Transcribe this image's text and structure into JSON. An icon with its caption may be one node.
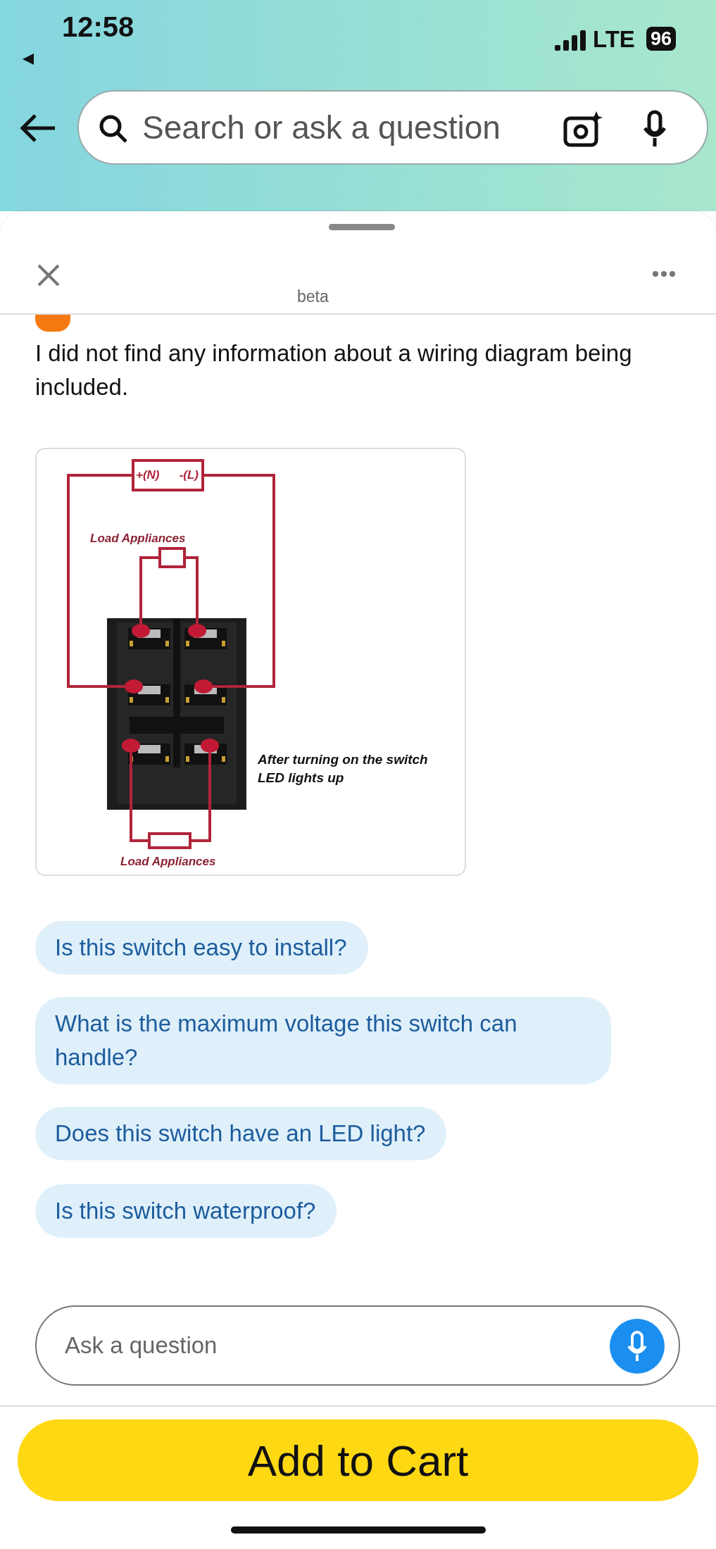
{
  "diagram": {
    "nodes": [
      {
        "text": [
          "+(N)",
          "-(L)"
        ]
      },
      {
        "text": [
          "Load Appliances"
        ]
      },
      {
        "text": [],
        "shape": "picture"
      },
      {
        "text": [],
        "shape": "circle",
        "in": 2
      },
      {
        "text": [],
        "shape": "circle",
        "in": 2
      },
      {
        "text": [],
        "shape": "circle",
        "in": 2
      },
      {
        "text": [],
        "shape": "circle",
        "in": 2
      },
      {
        "text": [],
        "shape": "circle",
        "in": 2
      },
      {
        "text": [],
        "shape": "circle",
        "in": 2
      },
      {
        "text": [
          "Load Appliances"
        ]
      }
    ],
    "edges": [
      {
        "from": 0,
        "to": 5,
        "arrow": "none"
      },
      {
        "from": 0,
        "to": 6,
        "arrow": "none"
      },
      {
        "from": 1,
        "to": 3,
        "arrow": "none"
      },
      {
        "from": 1,
        "to": 4,
        "arrow": "none"
      },
      {
        "from": 9,
        "to": 7,
        "arrow": "none"
      },
      {
        "from": 9,
        "to": 8,
        "arrow": "none"
      }
    ],
    "labels": [
      "12:58",
      "LTE",
      "96",
      "Search or ask a question",
      "beta",
      "I did not find any information about a wiring diagram being included.",
      "After turning on the switch LED lights up",
      "Is this switch easy to install?",
      "What is the maximum voltage this switch can handle?",
      "Does this switch have an LED light?",
      "Is this switch waterproof?",
      "Ask a question",
      "Add to Cart"
    ]
  }
}
